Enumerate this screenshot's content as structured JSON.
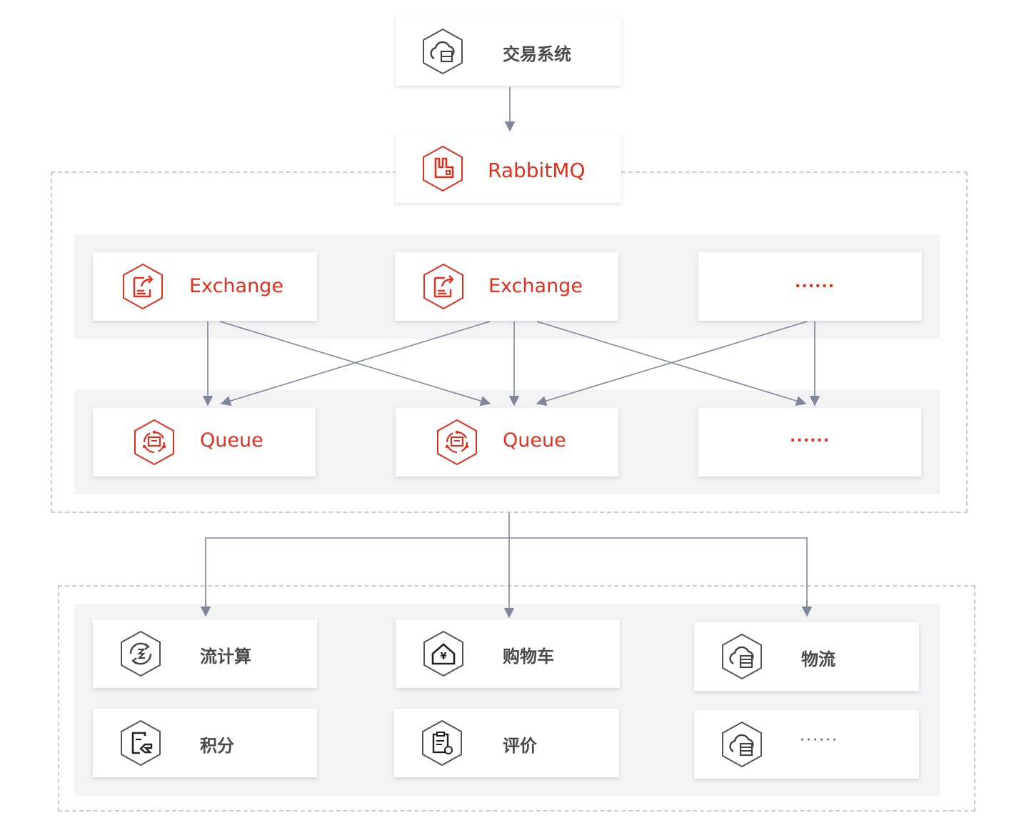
{
  "colors": {
    "accent": "#e1301e",
    "line": "#7e879c",
    "dashed": "#c9ccd2",
    "band": "#f3f3f4"
  },
  "top": {
    "label": "交易系统",
    "icon": "cloud-server-icon"
  },
  "broker": {
    "label": "RabbitMQ",
    "icon": "rabbitmq-icon"
  },
  "exchanges": [
    {
      "label": "Exchange",
      "icon": "exchange-icon"
    },
    {
      "label": "Exchange",
      "icon": "exchange-icon"
    },
    {
      "label": "......"
    }
  ],
  "queues": [
    {
      "label": "Queue",
      "icon": "queue-icon"
    },
    {
      "label": "Queue",
      "icon": "queue-icon"
    },
    {
      "label": "......"
    }
  ],
  "consumers": [
    {
      "label": "流计算",
      "icon": "stream-compute-icon"
    },
    {
      "label": "购物车",
      "icon": "cart-icon"
    },
    {
      "label": "物流",
      "icon": "logistics-icon"
    },
    {
      "label": "积分",
      "icon": "points-icon"
    },
    {
      "label": "评价",
      "icon": "review-icon"
    },
    {
      "label": "······",
      "icon": "cloud-server-icon"
    }
  ]
}
